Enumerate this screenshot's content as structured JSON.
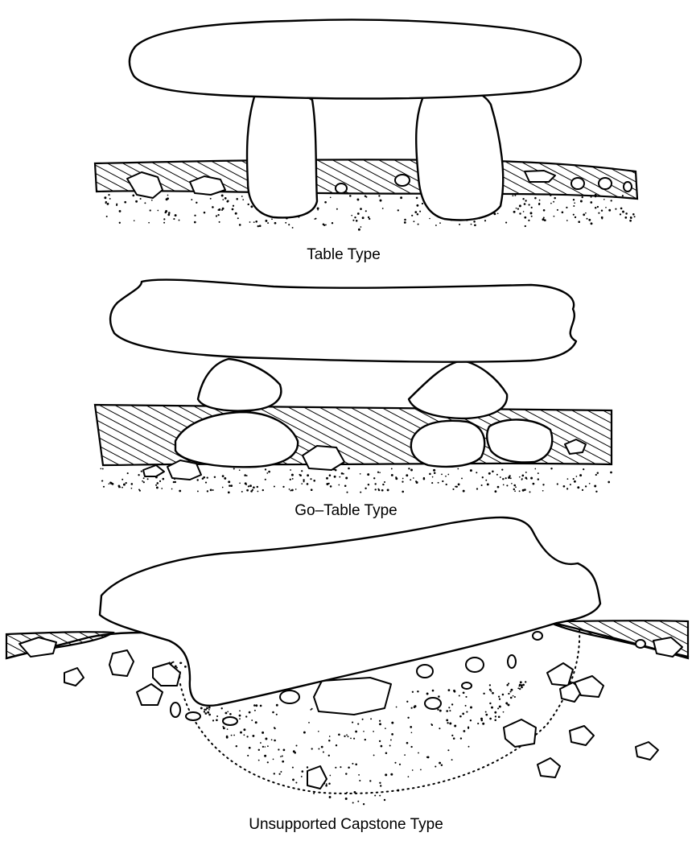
{
  "figure": {
    "panels": [
      {
        "id": "table",
        "caption": "Table Type"
      },
      {
        "id": "go-table",
        "caption": "Go–Table Type"
      },
      {
        "id": "unsupported",
        "caption": "Unsupported Capstone Type"
      }
    ]
  },
  "colors": {
    "ink": "#000000",
    "paper": "#ffffff"
  }
}
